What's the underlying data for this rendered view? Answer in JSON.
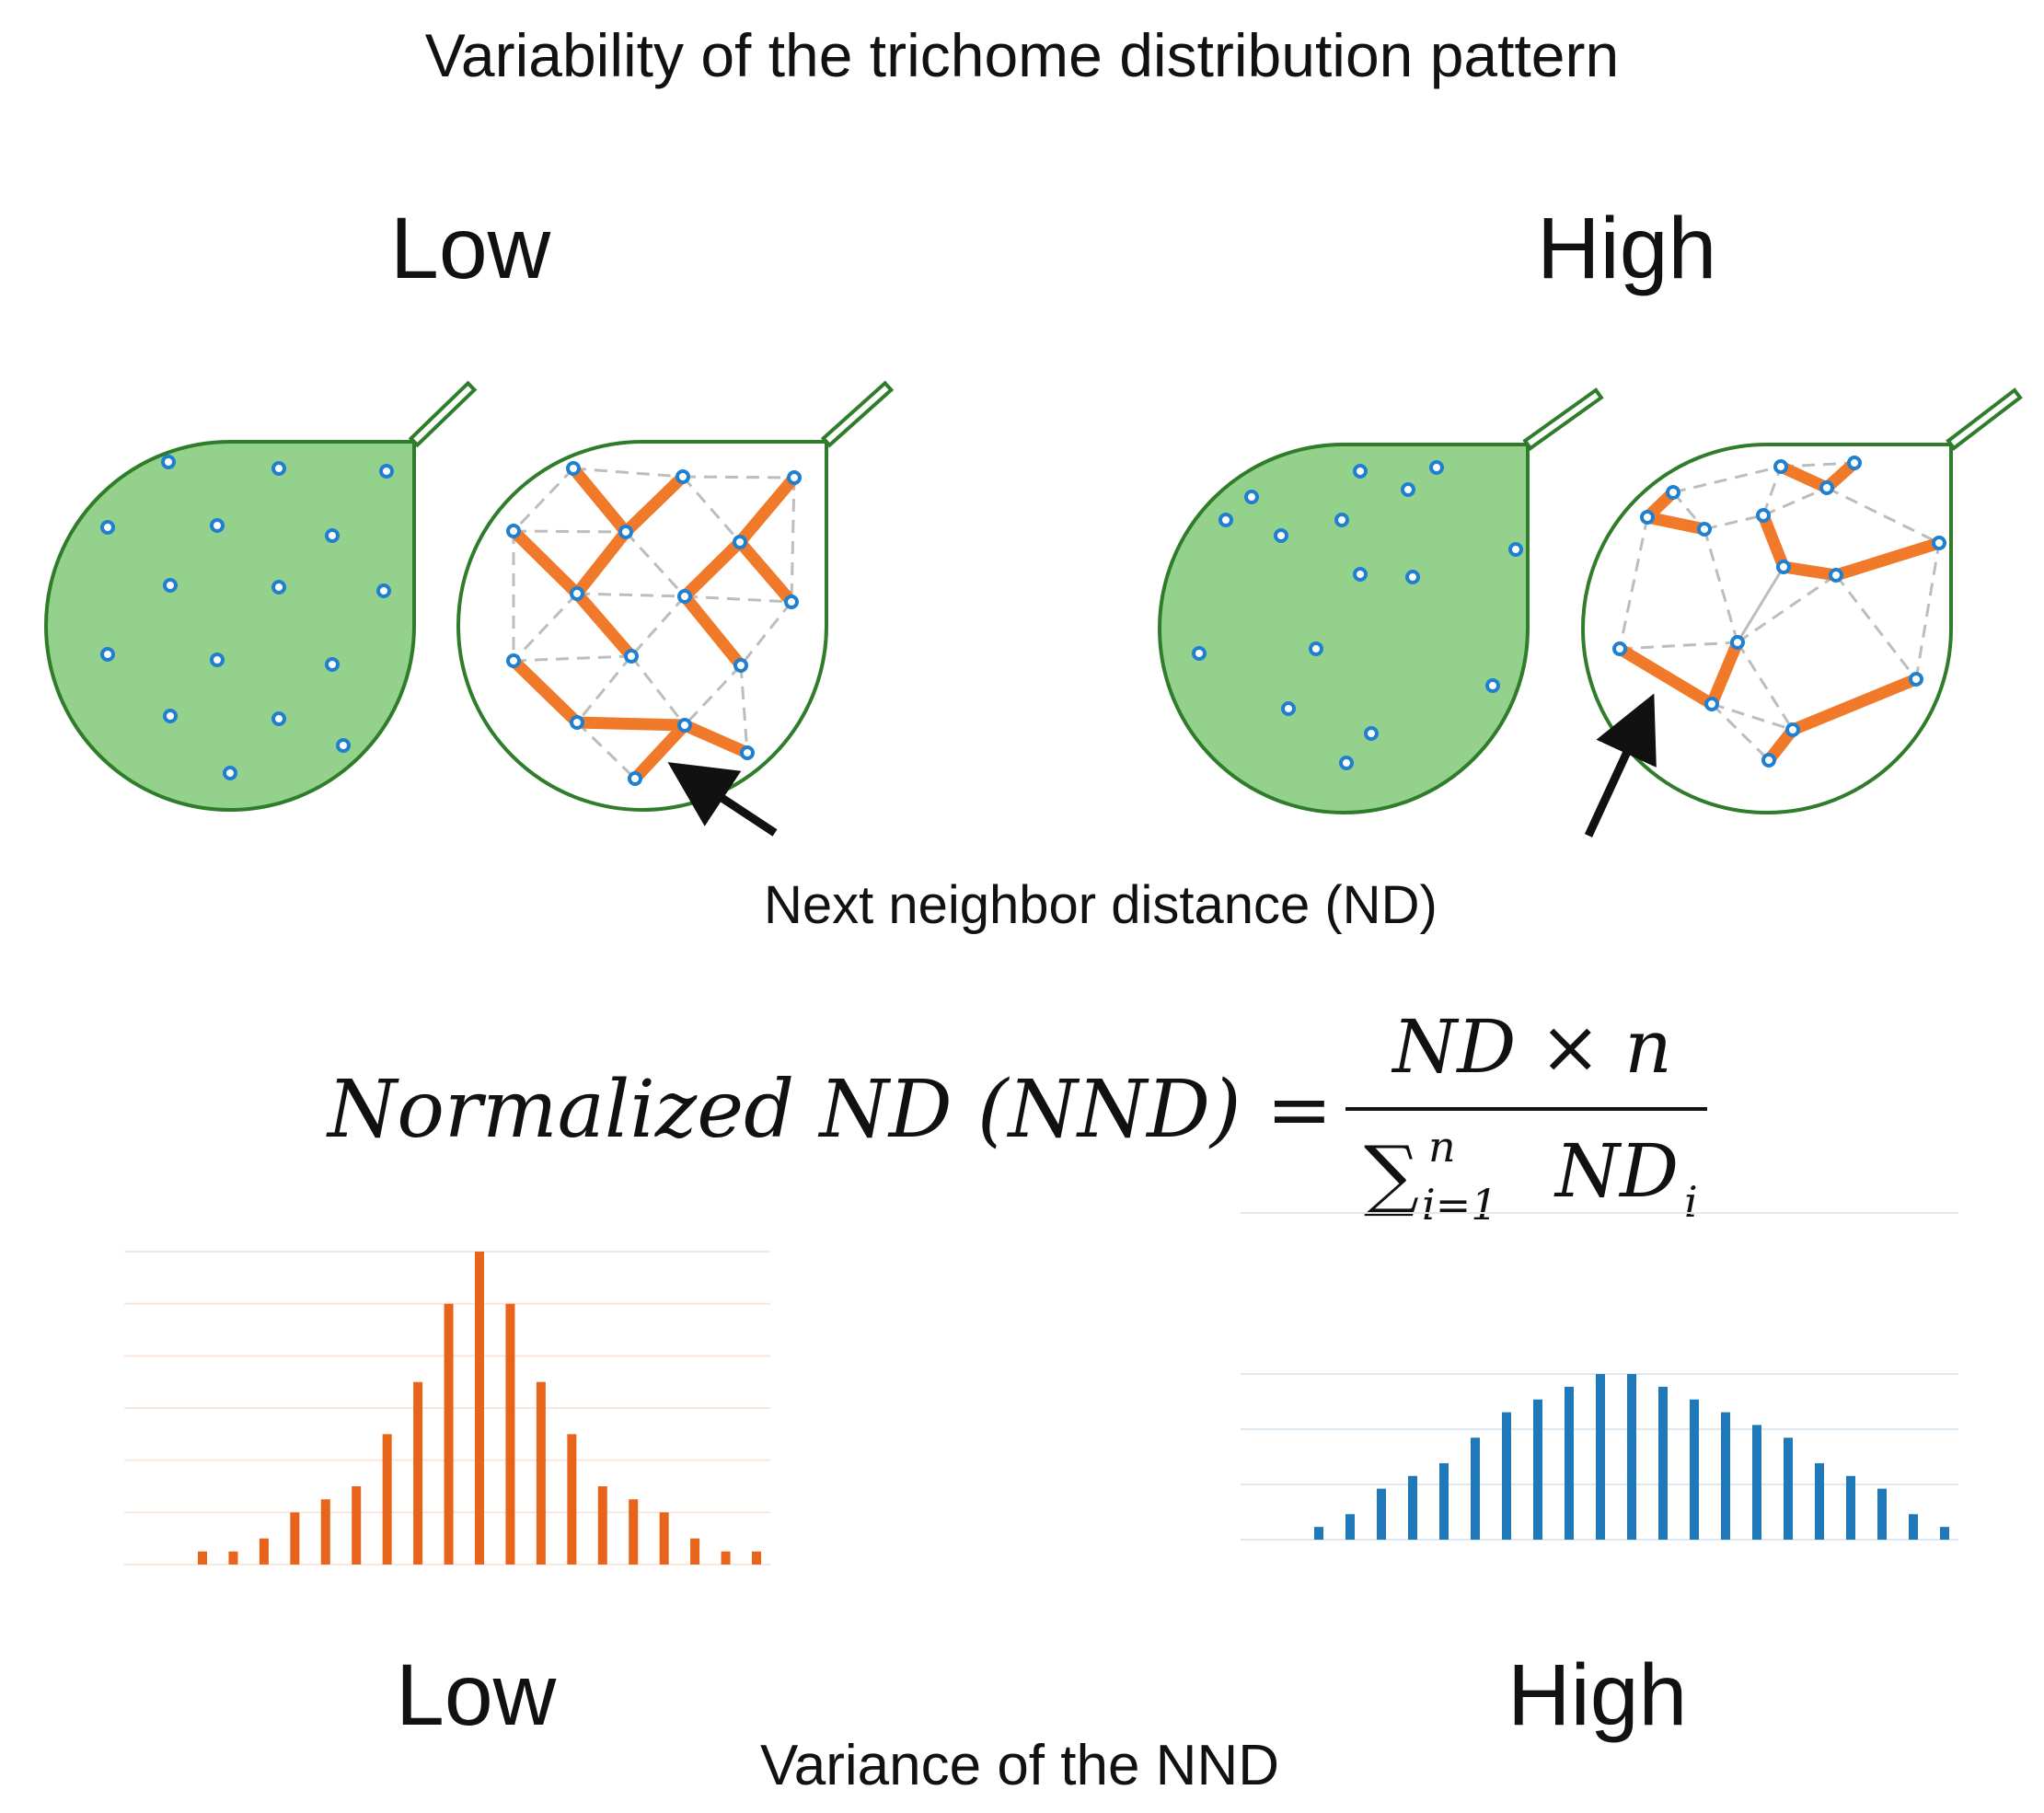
{
  "title": "Variability of the trichome distribution pattern",
  "labels": {
    "low_top": "Low",
    "high_top": "High",
    "nd_annotation": "Next neighbor distance (ND)",
    "low_bottom": "Low",
    "high_bottom": "High",
    "variance": "Variance of the NND"
  },
  "formula": {
    "lhs": "Normalized ND (NND) =",
    "numerator": "ND × n",
    "sigma": "∑",
    "sub": "i=1",
    "sup": "n",
    "den_term": "ND",
    "den_sub": "i"
  },
  "colors": {
    "leaf_fill": "#93d18c",
    "leaf_stroke": "#2f7d2a",
    "trichome": "#1f7fd0",
    "nd_line": "#f07a2a",
    "hist_low": "#e8641a",
    "hist_high": "#1f78b8"
  },
  "chart_data": [
    {
      "type": "bar",
      "values": [
        0.5,
        0.5,
        1,
        2,
        2.5,
        3,
        5,
        7,
        10,
        12,
        10,
        7,
        5,
        3,
        2.5,
        2,
        1,
        0.5,
        0.5
      ],
      "ylim": [
        0,
        12
      ]
    },
    {
      "type": "bar",
      "values": [
        0.5,
        1,
        2,
        2.5,
        3,
        4,
        5,
        5.5,
        6,
        6.5,
        6.5,
        6,
        5.5,
        5,
        4.5,
        4,
        3,
        2.5,
        2,
        1,
        0.5
      ],
      "ylim": [
        0,
        6.5
      ]
    }
  ]
}
